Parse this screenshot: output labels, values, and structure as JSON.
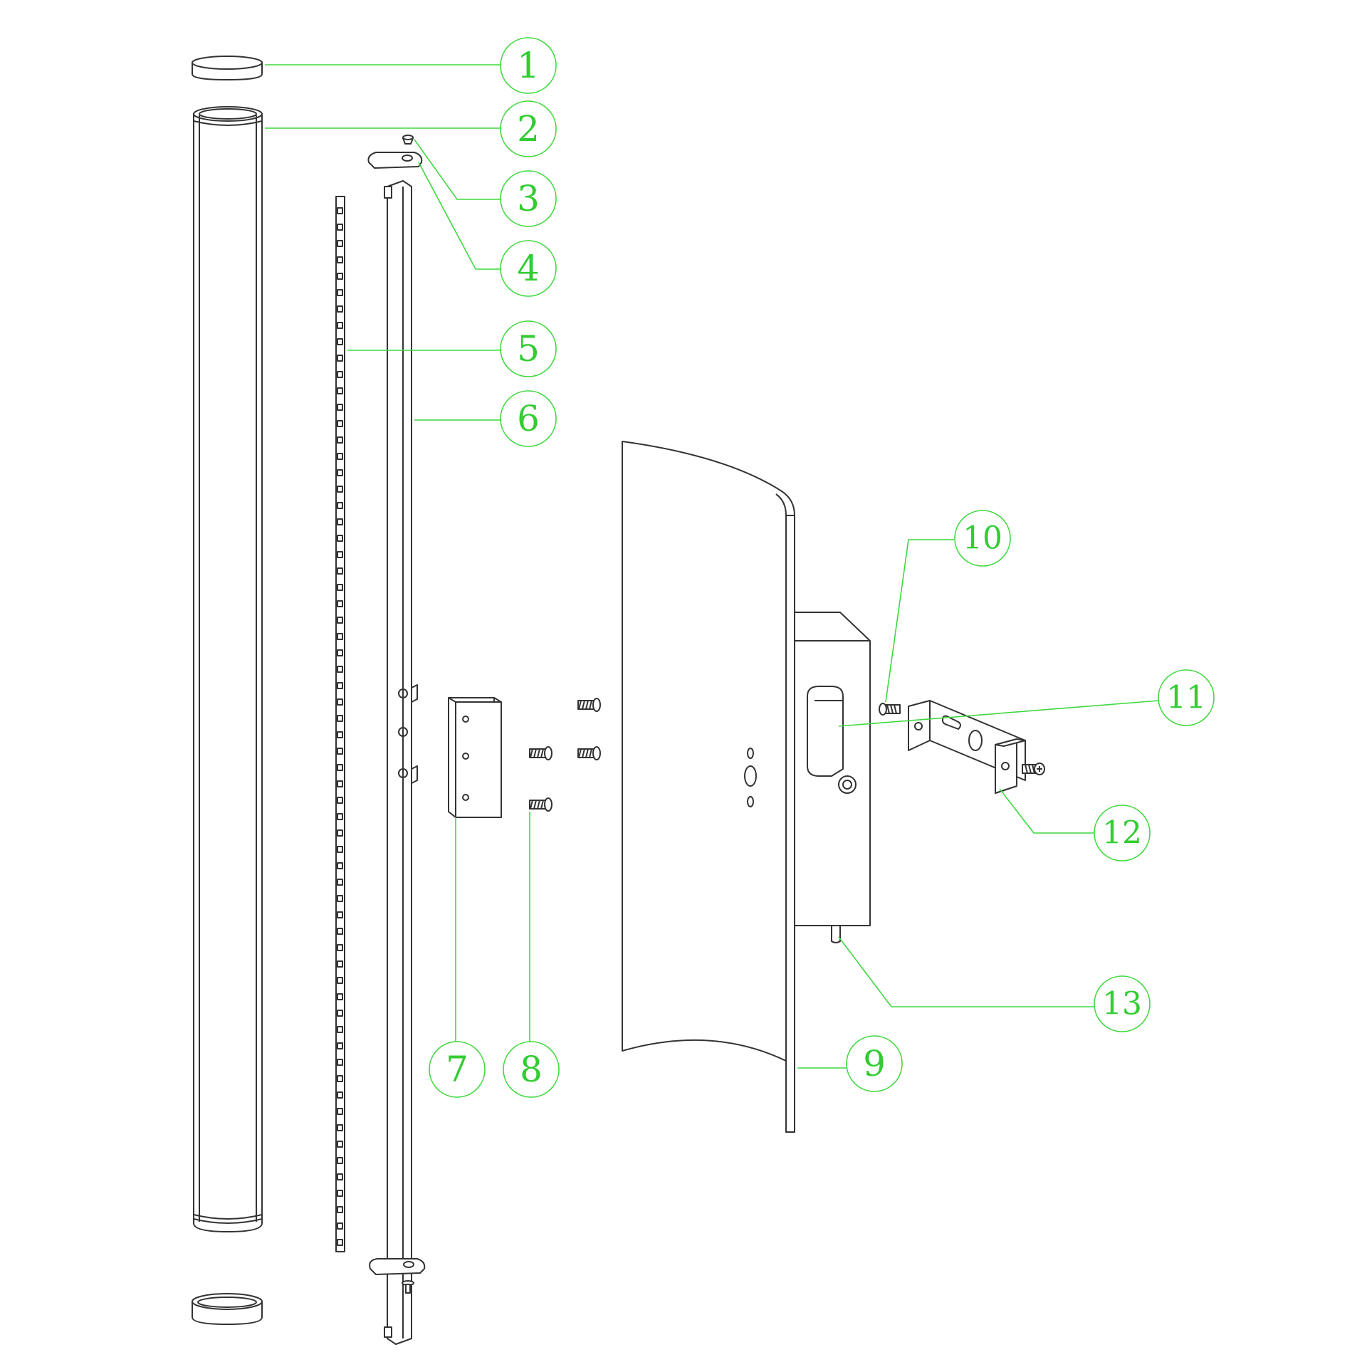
{
  "diagram": {
    "callout_color": "#3fd83f",
    "line_color": "#333333",
    "callouts": [
      {
        "label": "1"
      },
      {
        "label": "2"
      },
      {
        "label": "3"
      },
      {
        "label": "4"
      },
      {
        "label": "5"
      },
      {
        "label": "6"
      },
      {
        "label": "7"
      },
      {
        "label": "8"
      },
      {
        "label": "9"
      },
      {
        "label": "10"
      },
      {
        "label": "11"
      },
      {
        "label": "12"
      },
      {
        "label": "13"
      }
    ]
  }
}
